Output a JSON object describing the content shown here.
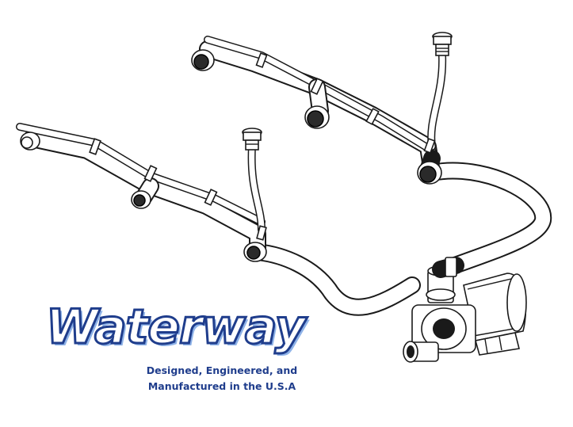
{
  "brand": {
    "name": "Waterway",
    "tagline_line1": "Designed, Engineered, and",
    "tagline_line2": "Manufactured in the U.S.A",
    "colors": {
      "primary": "#1f3d8c",
      "highlight": "#8fb3e8",
      "ink": "#1a1a1a"
    }
  },
  "diagram": {
    "subject": "spa plumbing assembly",
    "components": [
      "pump-motor",
      "pump-housing",
      "hose-loop",
      "jet-manifold",
      "jet",
      "air-control-valve"
    ]
  }
}
